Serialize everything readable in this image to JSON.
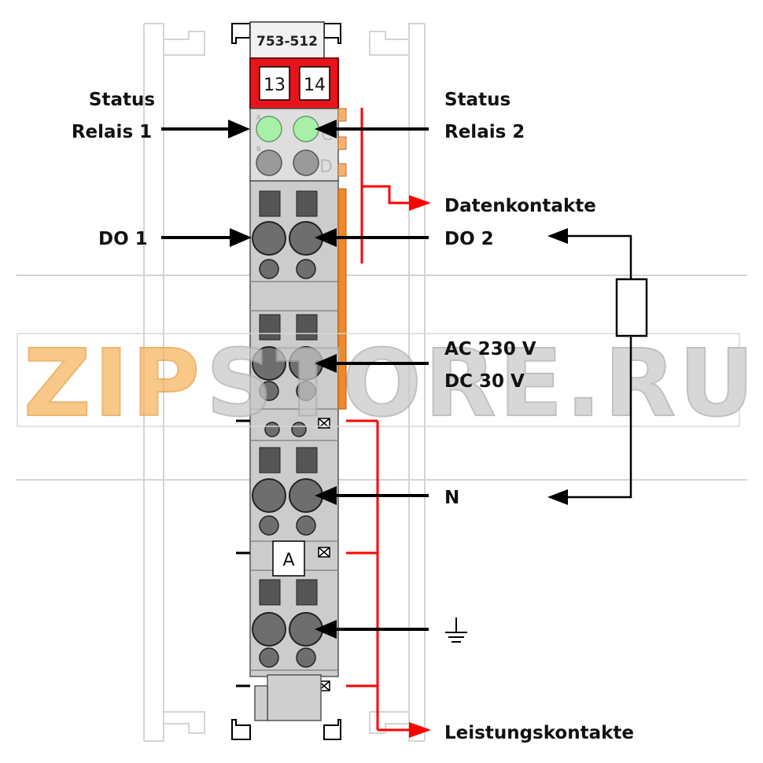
{
  "module": {
    "model": "753-512",
    "terminal_left": "13",
    "terminal_right": "14",
    "marker_a": "A",
    "led_row1_letter": "C",
    "led_row2_letter": "D",
    "led_small_a": "A",
    "led_small_b": "B"
  },
  "labels": {
    "status_relais_1_line1": "Status",
    "status_relais_1_line2": "Relais 1",
    "status_relais_2_line1": "Status",
    "status_relais_2_line2": "Relais 2",
    "datenkontakte": "Datenkontakte",
    "do1": "DO 1",
    "do2": "DO 2",
    "voltage_ac": "AC 230 V",
    "voltage_dc": "DC 30 V",
    "neutral": "N",
    "leistungskontakte": "Leistungskontakte"
  },
  "watermark": {
    "part1": "ZIP",
    "part2": "STORE.RU"
  },
  "colors": {
    "housing": "#cccccc",
    "housing_dark": "#b4b4b4",
    "terminal_red": "#e8141b",
    "led_green": "#a8f0a8",
    "contact_orange": "#f08a28",
    "contact_light": "#f5b070",
    "arrow": "#000000",
    "wire_red": "#ff0000",
    "watermark_orange": "#f5b35a",
    "watermark_gray": "#c9c9c9"
  }
}
